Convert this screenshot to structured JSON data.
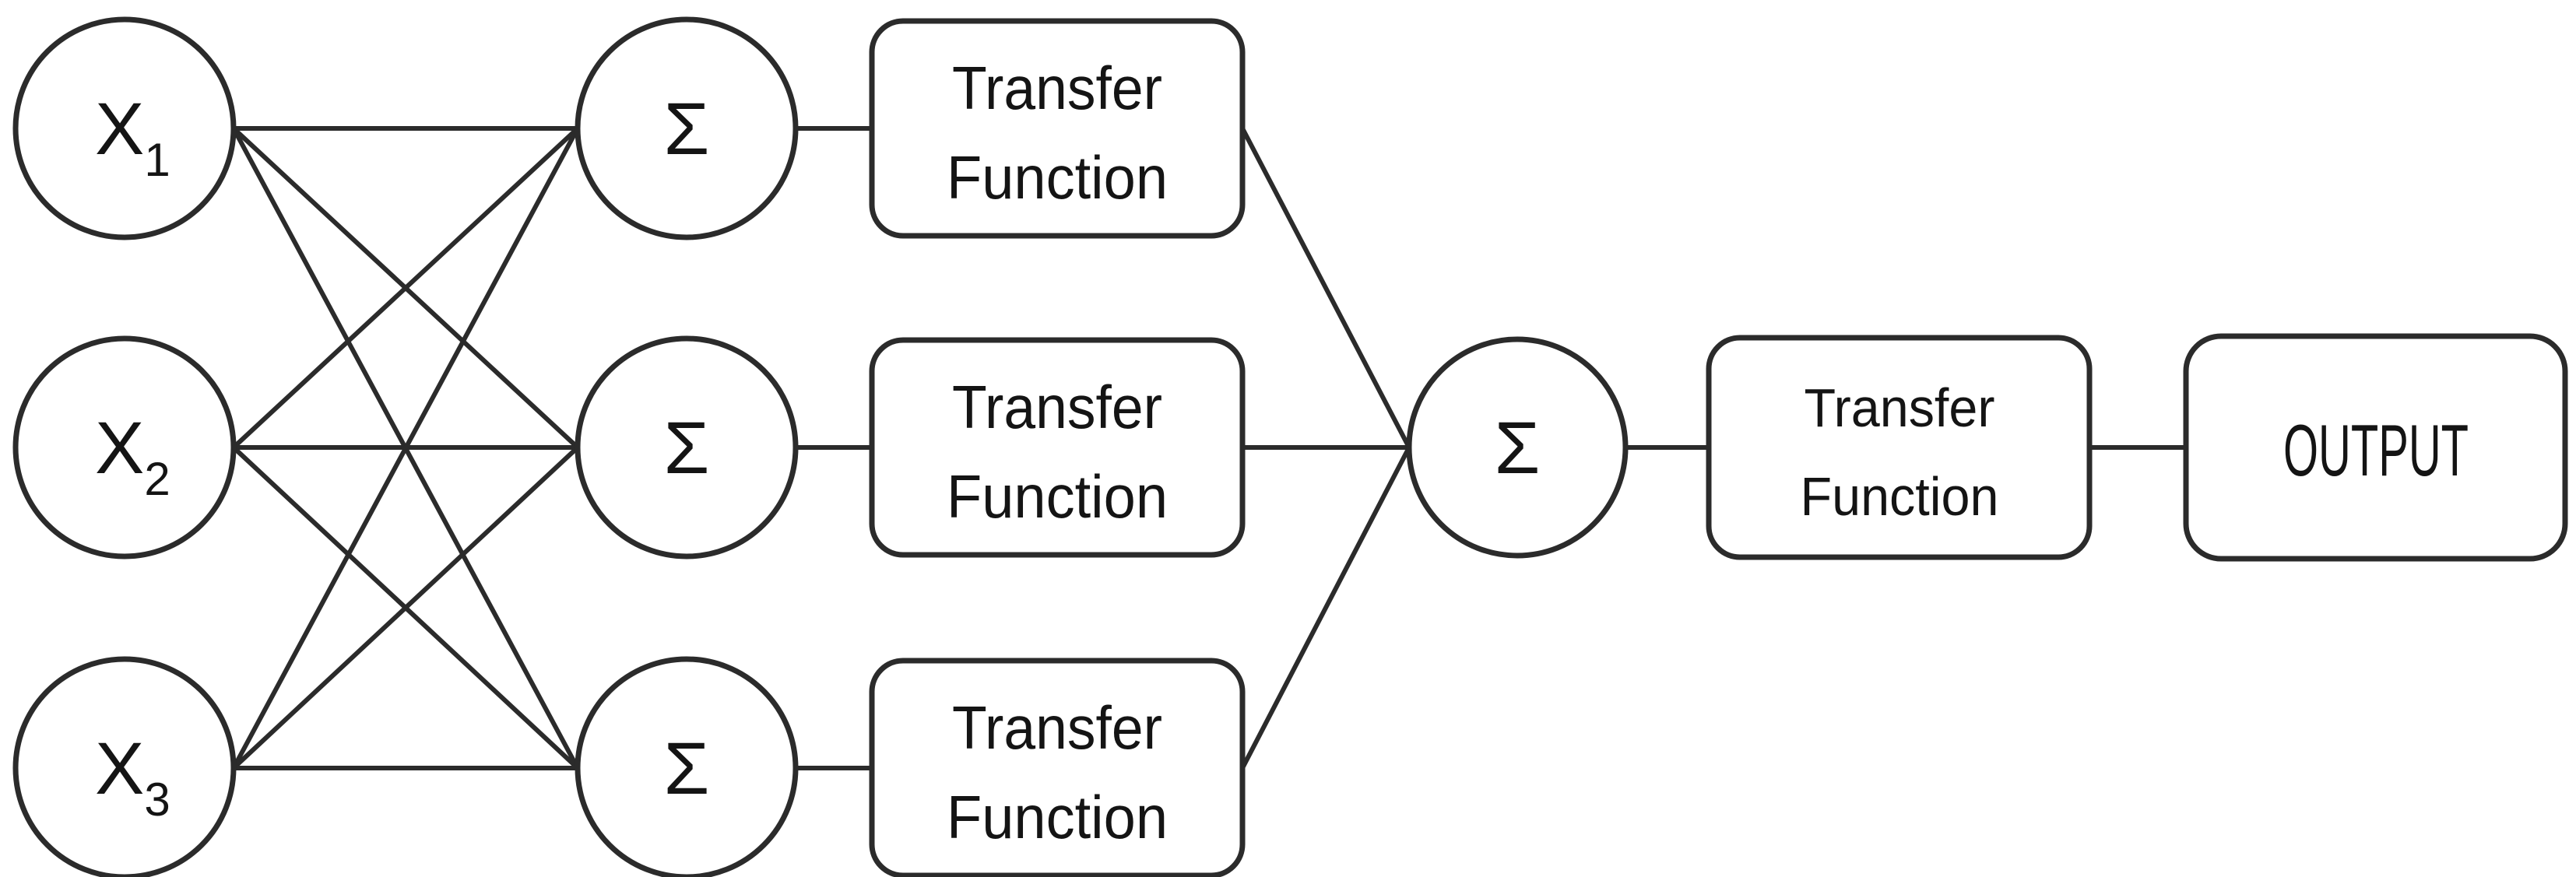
{
  "diagram": {
    "kind": "feedforward-neural-network",
    "colors": {
      "background": "#ffffff",
      "stroke": "#2b2b2b",
      "text": "#141414"
    },
    "input_layer": {
      "nodes": [
        {
          "id": "x1",
          "base": "X",
          "sub": "1"
        },
        {
          "id": "x2",
          "base": "X",
          "sub": "2"
        },
        {
          "id": "x3",
          "base": "X",
          "sub": "3"
        }
      ]
    },
    "hidden_layer": {
      "sum_nodes": [
        {
          "id": "sum1",
          "symbol": "Σ"
        },
        {
          "id": "sum2",
          "symbol": "Σ"
        },
        {
          "id": "sum3",
          "symbol": "Σ"
        }
      ],
      "transfer_boxes": [
        {
          "id": "tf1",
          "line1": "Transfer",
          "line2": "Function"
        },
        {
          "id": "tf2",
          "line1": "Transfer",
          "line2": "Function"
        },
        {
          "id": "tf3",
          "line1": "Transfer",
          "line2": "Function"
        }
      ]
    },
    "output_layer": {
      "sum_node": {
        "id": "sum-out",
        "symbol": "Σ"
      },
      "transfer_box": {
        "id": "tf-out",
        "line1": "Transfer",
        "line2": "Function"
      },
      "output_box": {
        "id": "output",
        "label": "OUTPUT"
      }
    },
    "topology": {
      "input_to_hidden_sum": "fully-connected (x1,x2,x3 → sum1,sum2,sum3)",
      "hidden_sum_to_transfer": "sum1→tf1, sum2→tf2, sum3→tf3",
      "transfer_to_output_sum": "tf1,tf2,tf3 → sum-out",
      "output_chain": "sum-out → tf-out → output"
    }
  }
}
